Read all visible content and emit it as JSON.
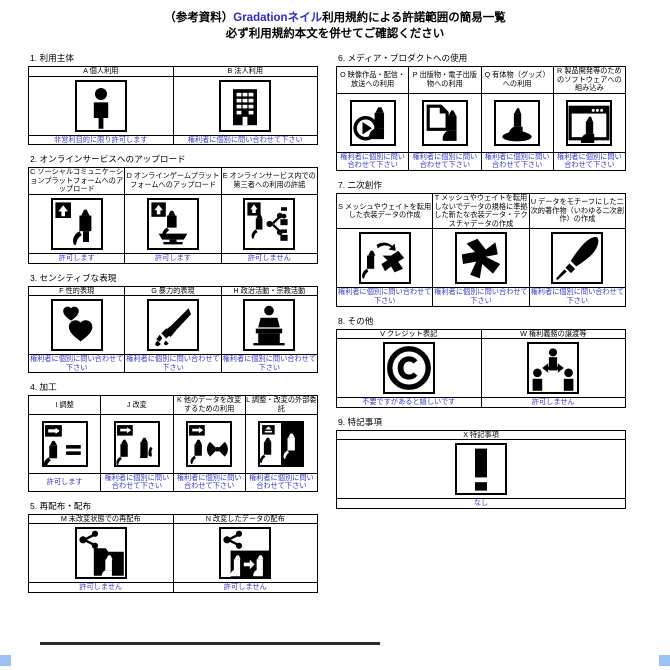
{
  "title": {
    "prefix": "（参考資料）",
    "brand": "Gradationネイル",
    "suffix": "利用規約による許諾範囲の簡易一覧",
    "line2": "必ず利用規約本文を併せてご確認ください"
  },
  "colors": {
    "status_text": "#3a3ad0",
    "brand": "#2b2bc8",
    "border": "#000000",
    "handle": "#9dc0f5"
  },
  "left_column": [
    {
      "number": "1.",
      "heading": "1. 利用主体",
      "items": [
        {
          "code": "A",
          "label": "A 個人利用",
          "icon": "person-icon",
          "status": "非営利目的に限り許可します"
        },
        {
          "code": "B",
          "label": "B 法人利用",
          "icon": "building-icon",
          "status": "権利者に個別に問い合わせて下さい"
        }
      ]
    },
    {
      "number": "2.",
      "heading": "2. オンラインサービスへのアップロード",
      "items": [
        {
          "code": "C",
          "label": "C ソーシャルコミュニケーションプラットフォームへのアップロード",
          "icon": "upload-cat-icon",
          "status": "許可します"
        },
        {
          "code": "D",
          "label": "D オンラインゲームプラットフォームへのアップロード",
          "icon": "upload-monitor-cat-icon",
          "status": "許可します"
        },
        {
          "code": "E",
          "label": "E オンラインサービス内での第三者への利用の許諾",
          "icon": "upload-share-people-icon",
          "status": "許可しません"
        }
      ]
    },
    {
      "number": "3.",
      "heading": "3. センシティブな表現",
      "items": [
        {
          "code": "F",
          "label": "F 性的表現",
          "icon": "hearts-icon",
          "status": "権利者に個別に問い合わせて下さい"
        },
        {
          "code": "G",
          "label": "G 暴力的表現",
          "icon": "knife-blood-icon",
          "status": "権利者に個別に問い合わせて下さい"
        },
        {
          "code": "H",
          "label": "H 政治活動・宗教活動",
          "icon": "podium-speaker-icon",
          "status": "権利者に個別に問い合わせて下さい"
        }
      ]
    },
    {
      "number": "4.",
      "heading": "4. 加工",
      "items": [
        {
          "code": "I",
          "label": "I 調整",
          "icon": "arrow-cat-equal-icon",
          "status": "許可します"
        },
        {
          "code": "J",
          "label": "J 改変",
          "icon": "arrow-two-cats-icon",
          "status": "権利者に個別に問い合わせて下さい"
        },
        {
          "code": "K",
          "label": "K 他のデータを改変するための利用",
          "icon": "arrow-cat-ribbon-icon",
          "status": "権利者に個別に問い合わせて下さい"
        },
        {
          "code": "L",
          "label": "L 調整・改変の外部委託",
          "icon": "outsourcing-cats-icon",
          "status": "権利者に個別に問い合わせて下さい"
        }
      ]
    },
    {
      "number": "5.",
      "heading": "5. 再配布・配布",
      "items": [
        {
          "code": "M",
          "label": "M 未改変状態での再配布",
          "icon": "share-folder-cat-icon",
          "status": "許可しません"
        },
        {
          "code": "N",
          "label": "N 改変したデータの配布",
          "icon": "share-modified-cats-icon",
          "status": "許可しません"
        }
      ]
    }
  ],
  "right_column": [
    {
      "number": "6.",
      "heading": "6. メディア・プロダクトへの使用",
      "items": [
        {
          "code": "O",
          "label": "O 映像作品・配信・放送への利用",
          "icon": "play-cat-icon",
          "status": "権利者に個別に問い合わせて下さい"
        },
        {
          "code": "P",
          "label": "P 出版物・電子出版物への利用",
          "icon": "document-cat-icon",
          "status": "権利者に個別に問い合わせて下さい"
        },
        {
          "code": "Q",
          "label": "Q 有体物（グッズ）への利用",
          "icon": "figure-cat-icon",
          "status": "権利者に個別に問い合わせて下さい"
        },
        {
          "code": "R",
          "label": "R 製品開発等のためのソフトウェアへの組み込み",
          "icon": "window-cat-icon",
          "status": "権利者に個別に問い合わせて下さい"
        }
      ]
    },
    {
      "number": "7.",
      "heading": "7. 二次創作",
      "items": [
        {
          "code": "S",
          "label": "S メッシュやウェイトを転用した衣装データの作成",
          "icon": "cat-to-cloth-icon",
          "status": "権利者に個別に問い合わせて下さい"
        },
        {
          "code": "T",
          "label": "T メッシュやウェイトを転用しないでデータの規格に準拠した新たな衣装データ・テクスチャデータの作成",
          "icon": "cloth-icon",
          "status": "権利者に個別に問い合わせて下さい"
        },
        {
          "code": "U",
          "label": "U データをモチーフにした二次的著作物（いわゆる二次創作）の作成",
          "icon": "brush-icon",
          "status": "権利者に個別に問い合わせて下さい"
        }
      ]
    },
    {
      "number": "8.",
      "heading": "8. その他",
      "items": [
        {
          "code": "V",
          "label": "V クレジット表記",
          "icon": "copyright-icon",
          "status": "不要ですがあると嬉しいです"
        },
        {
          "code": "W",
          "label": "W 権利義務の譲渡等",
          "icon": "transfer-people-icon",
          "status": "許可しません"
        }
      ]
    },
    {
      "number": "9.",
      "heading": "9. 特記事項",
      "items": [
        {
          "code": "X",
          "label": "X 特記事項",
          "icon": "exclamation-icon",
          "status": "なし"
        }
      ]
    }
  ]
}
